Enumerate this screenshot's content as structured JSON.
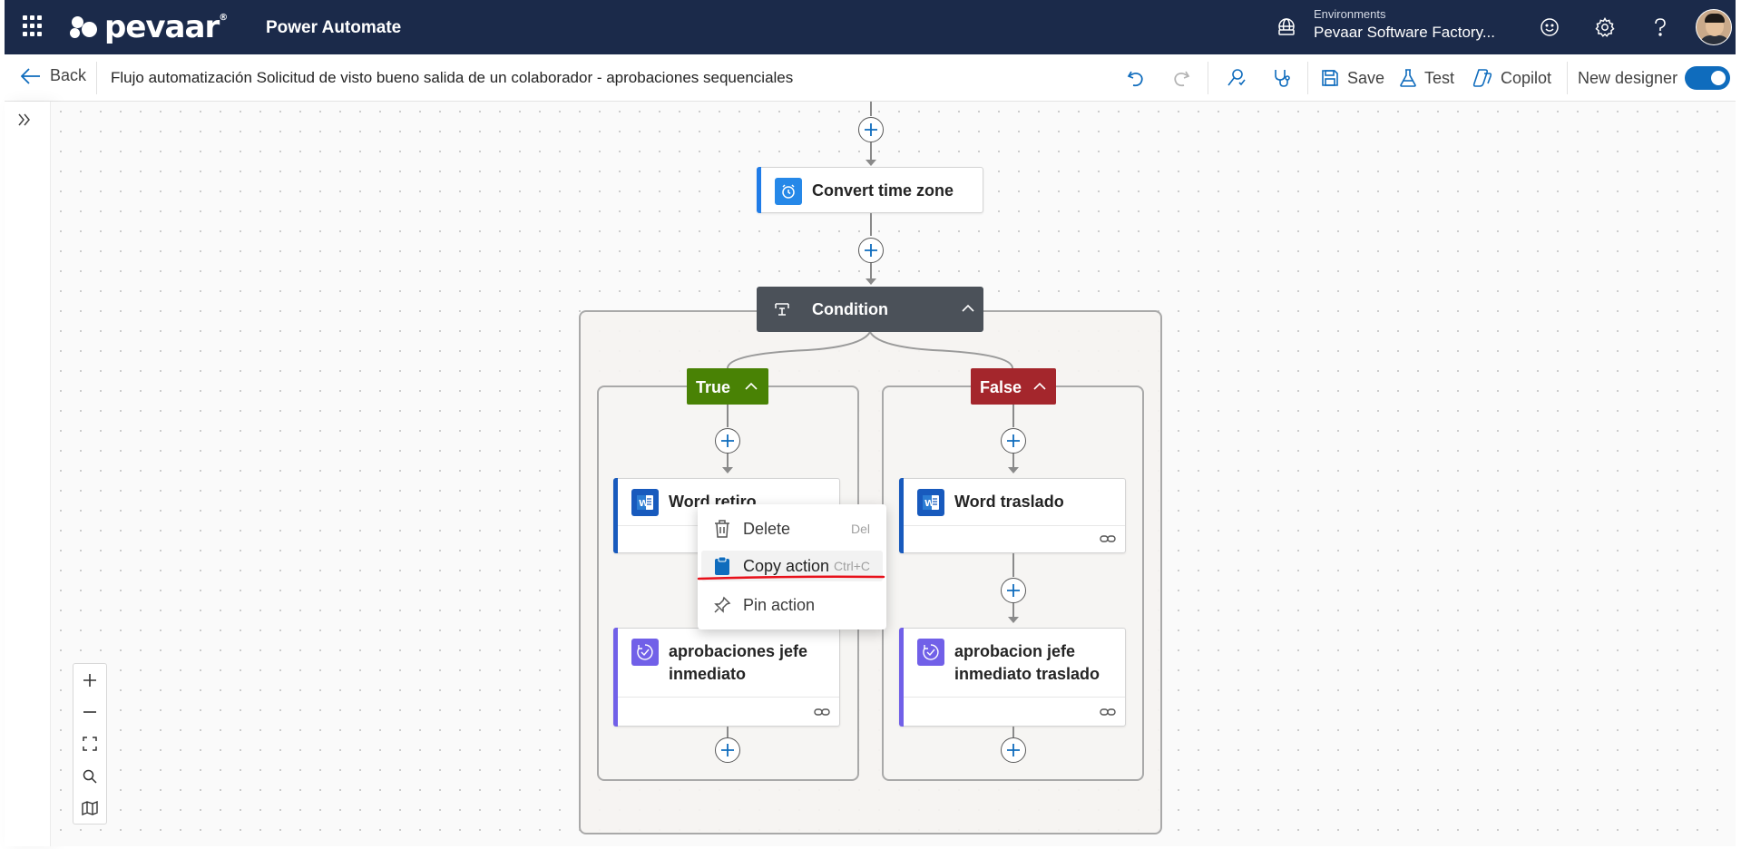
{
  "header": {
    "brand_name": "pevaar",
    "brand_mark": "®",
    "app_title": "Power Automate",
    "environment_label": "Environments",
    "environment_name": "Pevaar Software Factory...",
    "icons": [
      "waffle-icon",
      "environment-icon",
      "smiley-icon",
      "gear-icon",
      "help-icon",
      "avatar"
    ]
  },
  "commandbar": {
    "back_label": "Back",
    "flow_title": "Flujo automatización Solicitud de visto bueno salida de un colaborador - aprobaciones sequenciales",
    "save_label": "Save",
    "test_label": "Test",
    "copilot_label": "Copilot",
    "new_designer_label": "New designer",
    "new_designer_on": true
  },
  "flow": {
    "convert_card": "Convert time zone",
    "condition_label": "Condition",
    "true_label": "True",
    "false_label": "False",
    "true_branch": {
      "action1": "Word retiro",
      "action2_line1": "aprobaciones jefe",
      "action2_line2": "inmediato"
    },
    "false_branch": {
      "action1": "Word traslado",
      "action2_line1": "aprobacion jefe",
      "action2_line2": "inmediato traslado"
    }
  },
  "context_menu": {
    "items": [
      {
        "label": "Delete",
        "shortcut": "Del",
        "icon": "trash-icon"
      },
      {
        "label": "Copy action",
        "shortcut": "Ctrl+C",
        "icon": "clipboard-icon"
      },
      {
        "label": "Pin action",
        "shortcut": "",
        "icon": "pin-icon"
      }
    ]
  },
  "colors": {
    "header_bg": "#1b2a4a",
    "accent_blue": "#0f6cbd",
    "true_green": "#498205",
    "false_red": "#a4262c",
    "condition_gray": "#4b5159",
    "word_blue": "#185abd",
    "approval_purple": "#7160e8",
    "annotation_red": "#e8111b"
  }
}
